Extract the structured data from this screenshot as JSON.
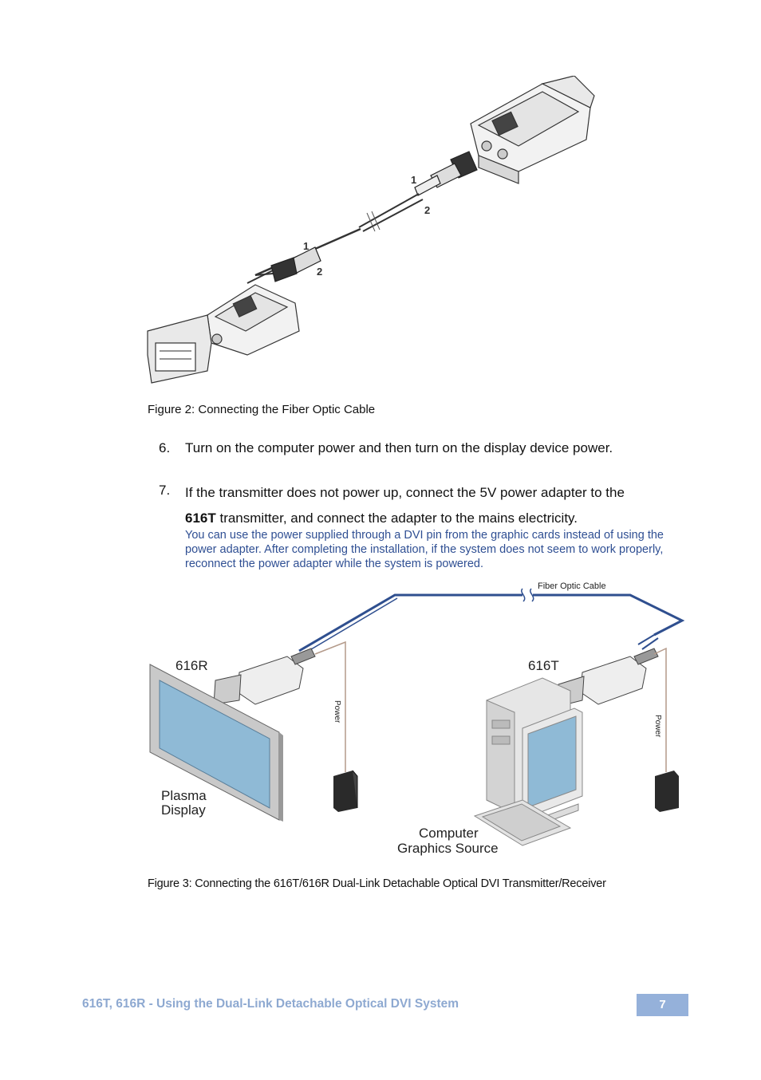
{
  "figure2": {
    "caption": "Figure 2: Connecting the Fiber Optic Cable",
    "label_1": "1",
    "label_2": "2"
  },
  "steps": [
    {
      "number": "6.",
      "text": "Turn on the computer power and then turn on the display device power."
    },
    {
      "number": "7.",
      "bold": "616T",
      "text_prefix": "If the transmitter does not power up, connect the 5V power adapter to the",
      "text_suffix": " transmitter, and connect the adapter to the mains electricity."
    }
  ],
  "note": "You can use the power supplied through a DVI pin from the graphic cards instead of using the power adapter. After completing the installation, if the system does not seem to work properly, reconnect the power adapter while the system is powered.",
  "figure3": {
    "caption": "Figure 3: Connecting the 616T/616R Dual-Link Detachable Optical DVI Transmitter/Receiver",
    "cable_label": "Fiber Optic Cable",
    "receiver_label": "616R",
    "transmitter_label": "616T",
    "power_label": "Power",
    "display_label_line1": "Plasma",
    "display_label_line2": "Display",
    "source_label_line1": "Computer",
    "source_label_line2": "Graphics Source"
  },
  "footer": {
    "title": "616T, 616R - Using the Dual-Link Detachable Optical DVI System",
    "page_number": "7"
  },
  "colors": {
    "cable": "#2f4f8f",
    "note_text": "#2f4f93",
    "footer_text": "#8ea9d1",
    "page_badge": "#95b1da"
  }
}
